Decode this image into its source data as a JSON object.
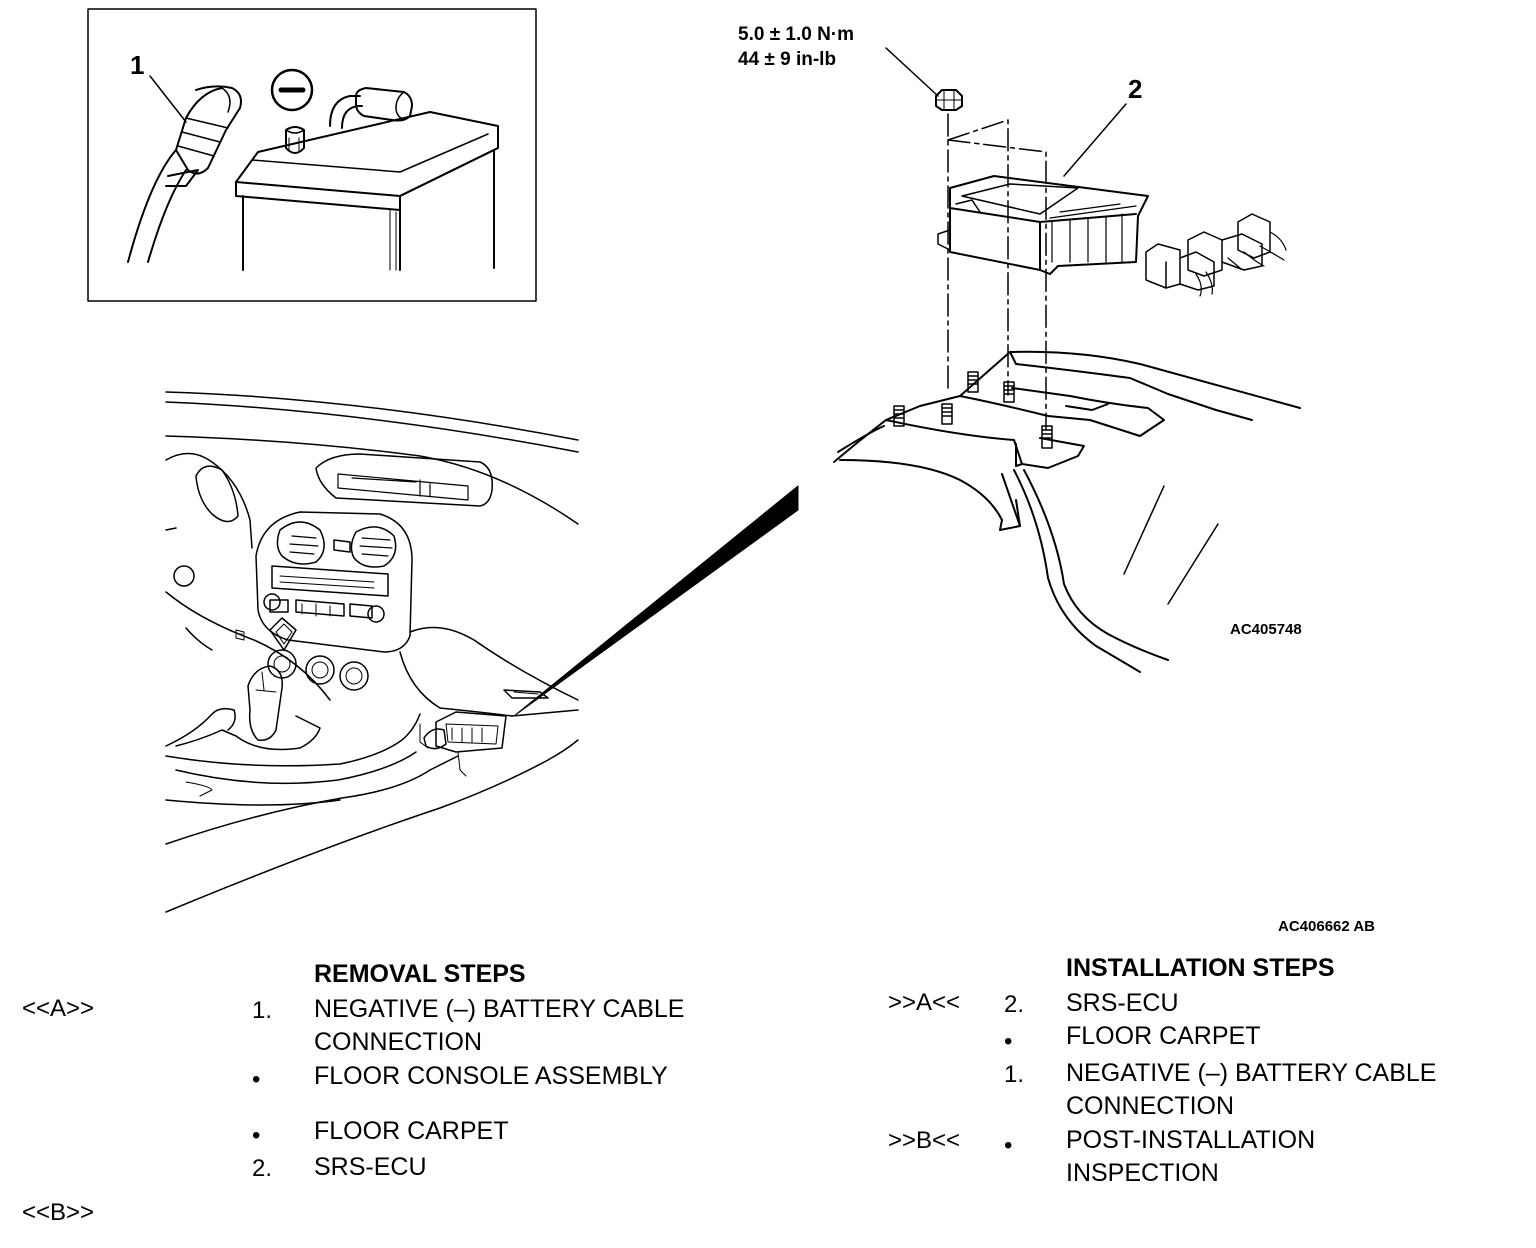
{
  "callouts": {
    "battery_cable": "1",
    "srs_ecu": "2"
  },
  "torque": {
    "metric": "5.0 ± 1.0 N·m",
    "imperial": "44 ± 9 in-lb"
  },
  "figure_ids": {
    "detail": "AC405748",
    "overall": "AC406662 AB"
  },
  "removal": {
    "heading": "REMOVAL STEPS",
    "marker_a": "<<A>>",
    "marker_b": "<<B>>",
    "steps": [
      {
        "num": "1.",
        "line1": "NEGATIVE (–) BATTERY CABLE",
        "line2": "CONNECTION"
      },
      {
        "bullet": "•",
        "line1": "FLOOR CONSOLE ASSEMBLY"
      },
      {
        "bullet": "•",
        "line1": "FLOOR CARPET"
      },
      {
        "num": "2.",
        "line1": "SRS-ECU"
      }
    ]
  },
  "installation": {
    "heading": "INSTALLATION STEPS",
    "marker_a": ">>A<<",
    "marker_b": ">>B<<",
    "steps": [
      {
        "num": "2.",
        "line1": "SRS-ECU"
      },
      {
        "bullet": "•",
        "line1": "FLOOR CARPET"
      },
      {
        "num": "1.",
        "line1": "NEGATIVE (–) BATTERY CABLE",
        "line2": "CONNECTION"
      },
      {
        "bullet": "•",
        "line1": "POST-INSTALLATION",
        "line2": "INSPECTION"
      }
    ]
  },
  "icons": {
    "negative_terminal": "minus-circle-icon"
  }
}
